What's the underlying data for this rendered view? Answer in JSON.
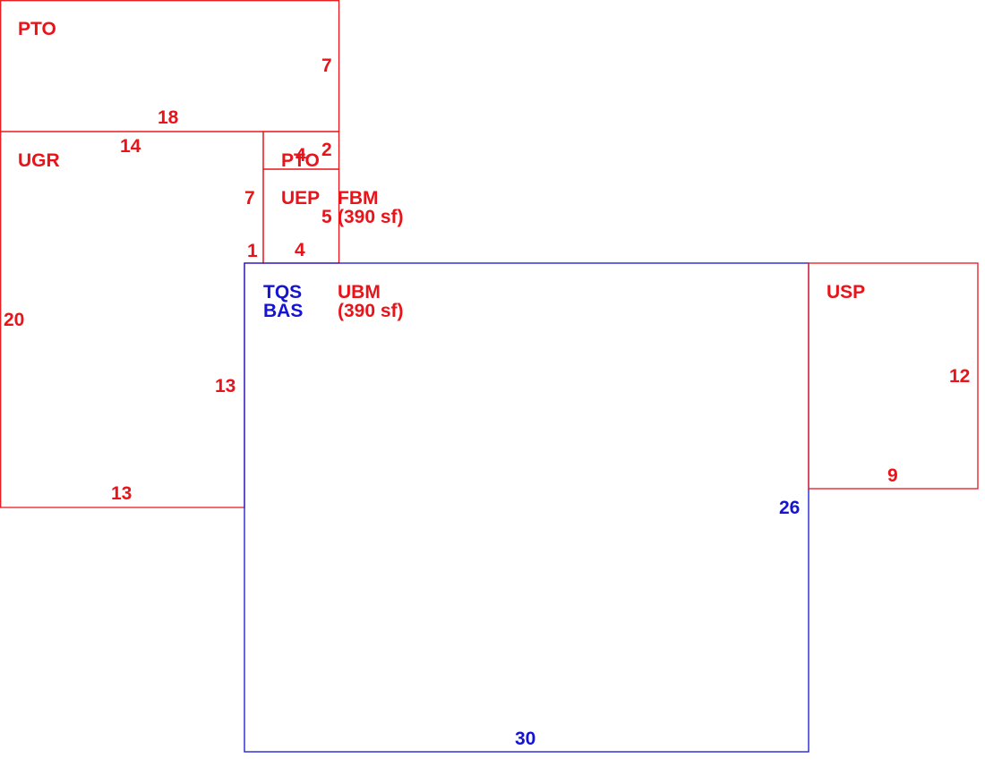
{
  "colors": {
    "secondary": "#e8141a",
    "main": "#1414d2"
  },
  "areas": {
    "pto_top": {
      "code": "PTO",
      "dims": [
        "7",
        "18"
      ]
    },
    "ugr": {
      "code": "UGR",
      "dims": [
        "14",
        "7",
        "1",
        "20",
        "13",
        "13"
      ]
    },
    "pto_small": {
      "code": "PTO",
      "dims": [
        "4",
        "2"
      ]
    },
    "uep": {
      "code": "UEP",
      "dims": [
        "5",
        "4"
      ]
    },
    "fbm": {
      "code": "FBM",
      "area": "(390 sf)"
    },
    "main": {
      "codes": [
        "TQS",
        "BAS"
      ],
      "dims": [
        "26",
        "30"
      ]
    },
    "ubm": {
      "code": "UBM",
      "area": "(390 sf)"
    },
    "usp": {
      "code": "USP",
      "dims": [
        "12",
        "9"
      ]
    }
  }
}
